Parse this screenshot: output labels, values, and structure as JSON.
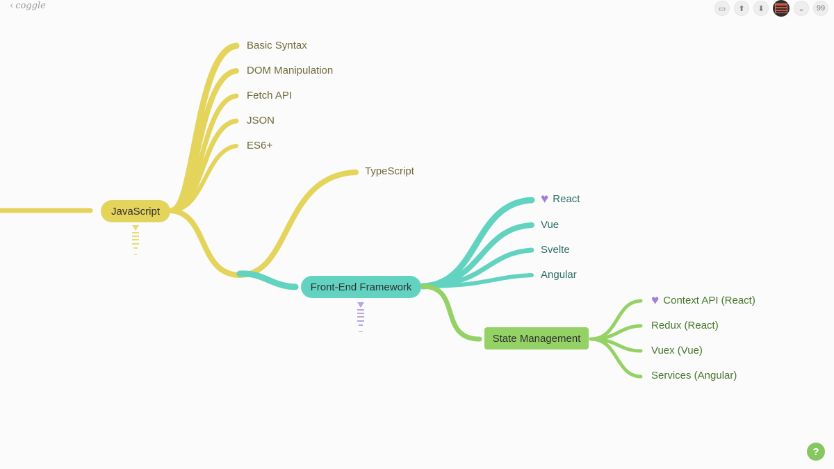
{
  "app": {
    "back_label": "coggle"
  },
  "toolbar": {
    "comments_icon": "chat-icon",
    "upload_icon": "upload-icon",
    "download_icon": "download-icon",
    "menu_icon": "chevron-down-icon",
    "quote_label": "99"
  },
  "colors": {
    "javascript": "#e5d45c",
    "framework": "#62d3c1",
    "state": "#95d266",
    "heart": "#a17fd6",
    "label_js": "#6e6a3a",
    "label_fw": "#2b6e66",
    "label_state": "#46772d"
  },
  "map": {
    "javascript": {
      "label": "JavaScript",
      "children": [
        "Basic Syntax",
        "DOM Manipulation",
        "Fetch API",
        "JSON",
        "ES6+",
        "TypeScript"
      ]
    },
    "framework": {
      "label": "Front-End Framework",
      "children": [
        "React",
        "Vue",
        "Svelte",
        "Angular"
      ]
    },
    "state": {
      "label": "State Management",
      "children": [
        "Context API (React)",
        "Redux (React)",
        "Vuex (Vue)",
        "Services (Angular)"
      ]
    }
  },
  "help": {
    "label": "?"
  }
}
